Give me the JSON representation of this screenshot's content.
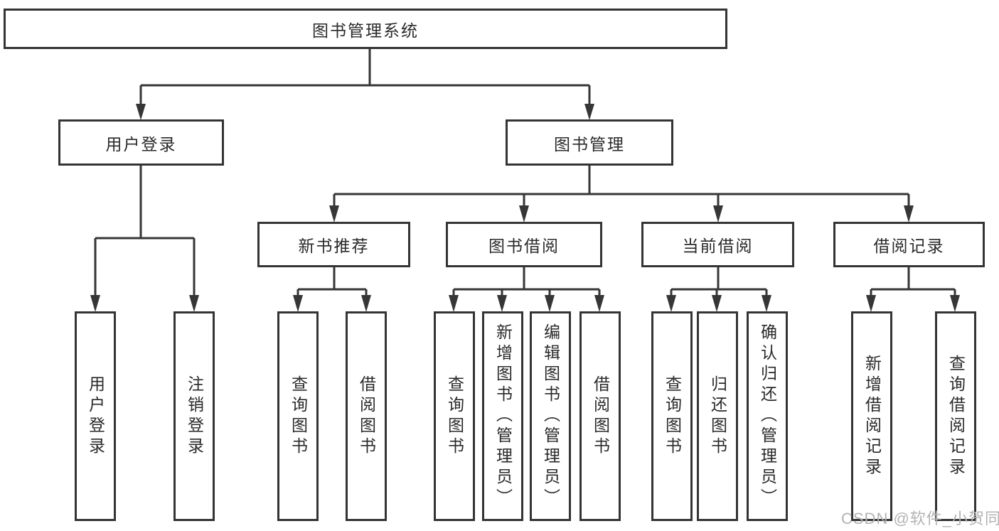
{
  "tree": {
    "label": "图书管理系统",
    "children": [
      {
        "label": "用户登录",
        "children": [
          {
            "label": "用户登录"
          },
          {
            "label": "注销登录"
          }
        ]
      },
      {
        "label": "图书管理",
        "children": [
          {
            "label": "新书推荐",
            "children": [
              {
                "label": "查询图书"
              },
              {
                "label": "借阅图书"
              }
            ]
          },
          {
            "label": "图书借阅",
            "children": [
              {
                "label": "查询图书"
              },
              {
                "label": "新增图书（管理员）"
              },
              {
                "label": "编辑图书（管理员）"
              },
              {
                "label": "借阅图书"
              }
            ]
          },
          {
            "label": "当前借阅",
            "children": [
              {
                "label": "查询图书"
              },
              {
                "label": "归还图书"
              },
              {
                "label": "确认归还（管理员）"
              }
            ]
          },
          {
            "label": "借阅记录",
            "children": [
              {
                "label": "新增借阅记录"
              },
              {
                "label": "查询借阅记录"
              }
            ]
          }
        ]
      }
    ]
  },
  "watermark": "CSDN @软件_小贺同学",
  "colors": {
    "line": "#363636",
    "box_border": "#343434",
    "text": "#2a2a2a",
    "watermark": "#b3b3b3",
    "background": "#ffffff"
  }
}
